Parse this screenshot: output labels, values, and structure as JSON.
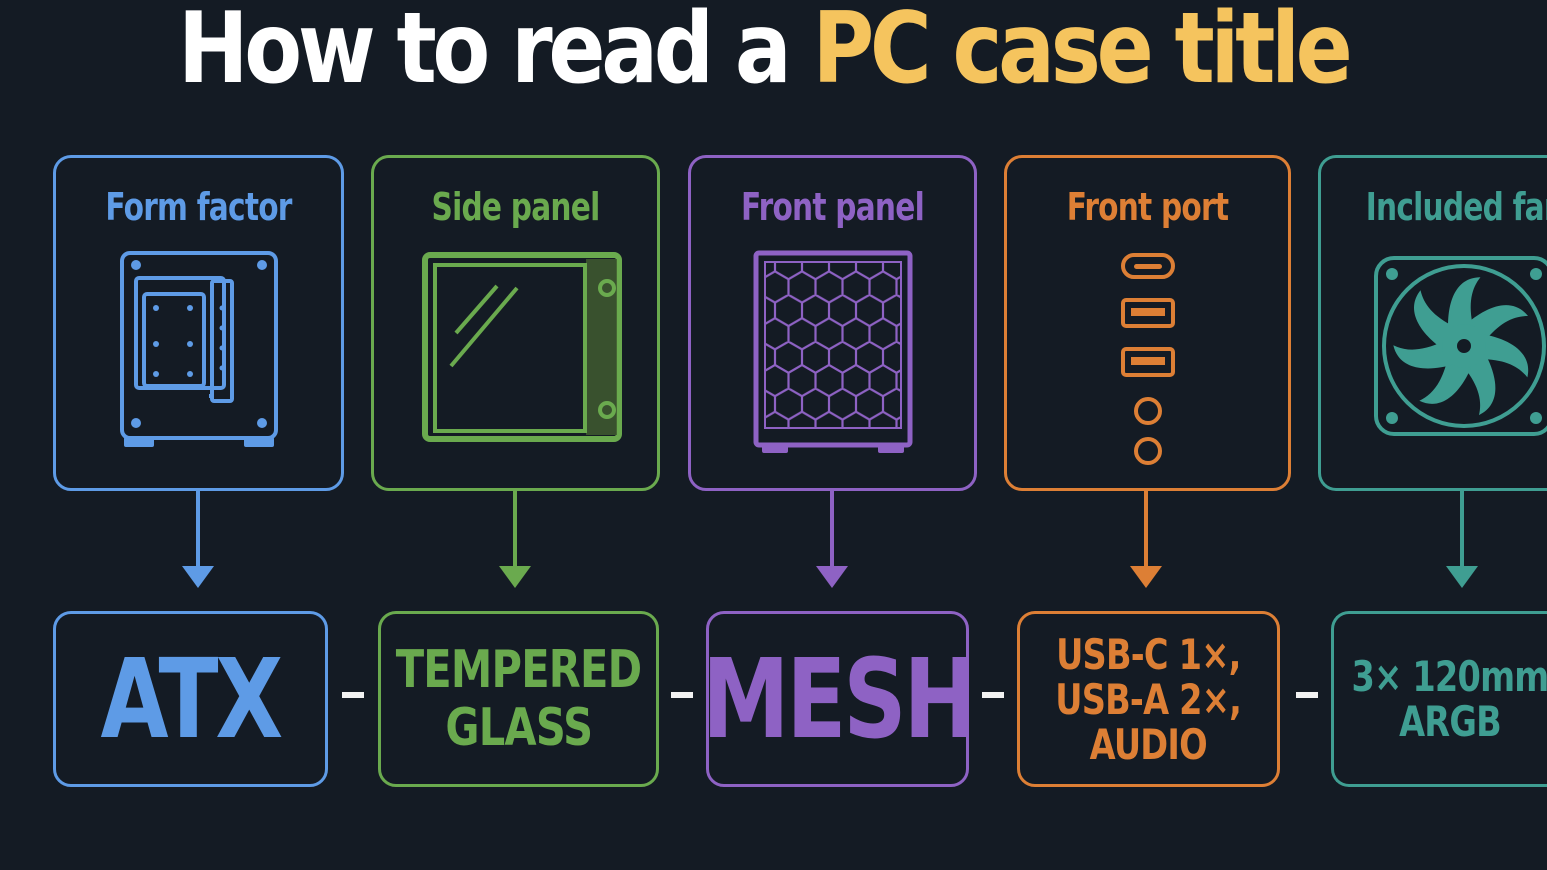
{
  "title": {
    "prefix": "How to read a ",
    "highlight": "PC case title"
  },
  "colors": {
    "background": "#141b24",
    "title_text": "#ffffff",
    "title_highlight": "#f5c45e",
    "form_factor": "#5e9be6",
    "side_panel": "#6aaa4e",
    "front_panel": "#8e62c4",
    "front_port": "#dd7f35",
    "included_fans": "#3f9e92",
    "separator": "#f2f2f2"
  },
  "separator_text": "-",
  "components": [
    {
      "label": "Form factor",
      "icon": "case-icon",
      "value_lines": [
        "ATX"
      ]
    },
    {
      "label": "Side panel",
      "icon": "glass-panel-icon",
      "value_lines": [
        "TEMPERED",
        "GLASS"
      ]
    },
    {
      "label": "Front panel",
      "icon": "mesh-panel-icon",
      "value_lines": [
        "MESH"
      ]
    },
    {
      "label": "Front port",
      "icon": "ports-icon",
      "value_lines": [
        "USB-C 1×,",
        "USB-A 2×,",
        "AUDIO"
      ]
    },
    {
      "label": "Included fan",
      "icon": "fan-icon",
      "value_lines": [
        "3× 120mm",
        "ARGB"
      ]
    }
  ]
}
